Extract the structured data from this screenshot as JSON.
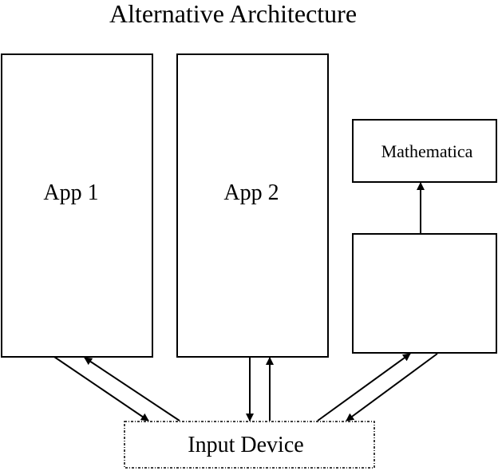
{
  "title": "Alternative Architecture",
  "nodes": {
    "app1": "App 1",
    "app2": "App 2",
    "mathematica": "Mathematica",
    "bridge": "",
    "input_device": "Input Device"
  },
  "edges": [
    {
      "from": "app1",
      "to": "input_device"
    },
    {
      "from": "input_device",
      "to": "app1"
    },
    {
      "from": "app2",
      "to": "input_device"
    },
    {
      "from": "input_device",
      "to": "app2"
    },
    {
      "from": "input_device",
      "to": "bridge"
    },
    {
      "from": "bridge",
      "to": "input_device"
    },
    {
      "from": "bridge",
      "to": "mathematica"
    }
  ]
}
